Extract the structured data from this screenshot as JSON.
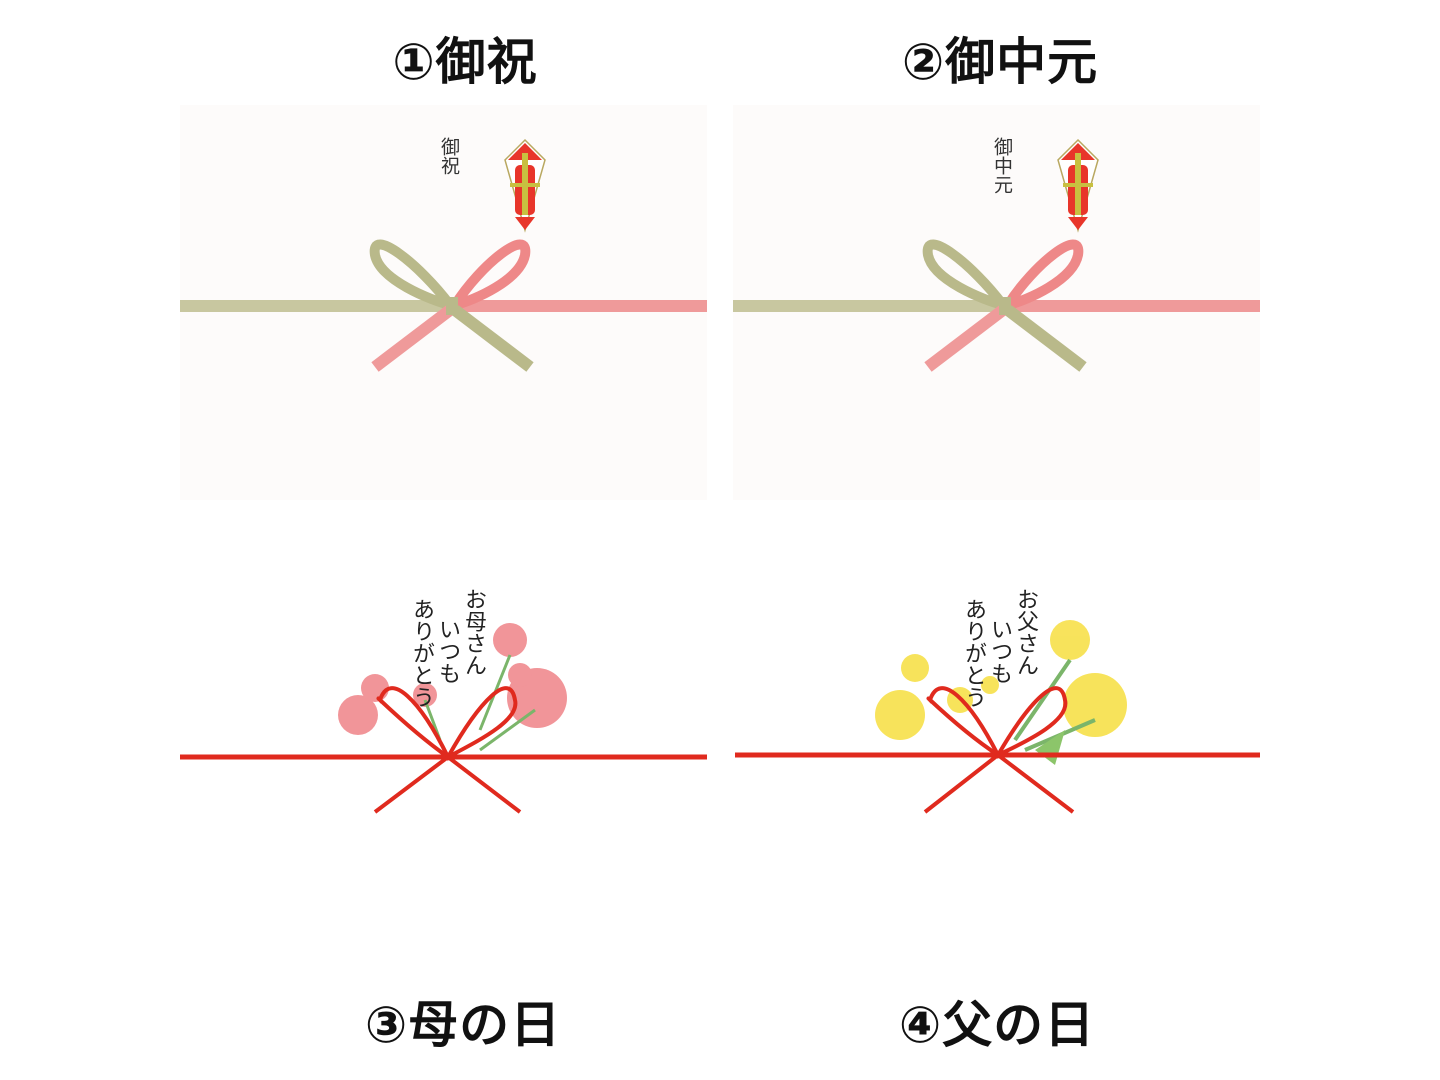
{
  "panels": [
    {
      "title": "①御祝",
      "inscription": "御祝"
    },
    {
      "title": "②御中元",
      "inscription": "御中元"
    },
    {
      "title": "③母の日",
      "message": [
        "お母さん",
        "いつも",
        "ありがとう"
      ]
    },
    {
      "title": "④父の日",
      "message": [
        "お父さん",
        "いつも",
        "ありがとう"
      ]
    }
  ],
  "colors": {
    "gold_cord": "#b9b98a",
    "pink_cord": "#e47a7a",
    "red_cord": "#e02a1e",
    "noshi_red": "#e8352a",
    "carnation_pink": "#f08a8e",
    "carnation_yellow": "#f7e04a"
  }
}
